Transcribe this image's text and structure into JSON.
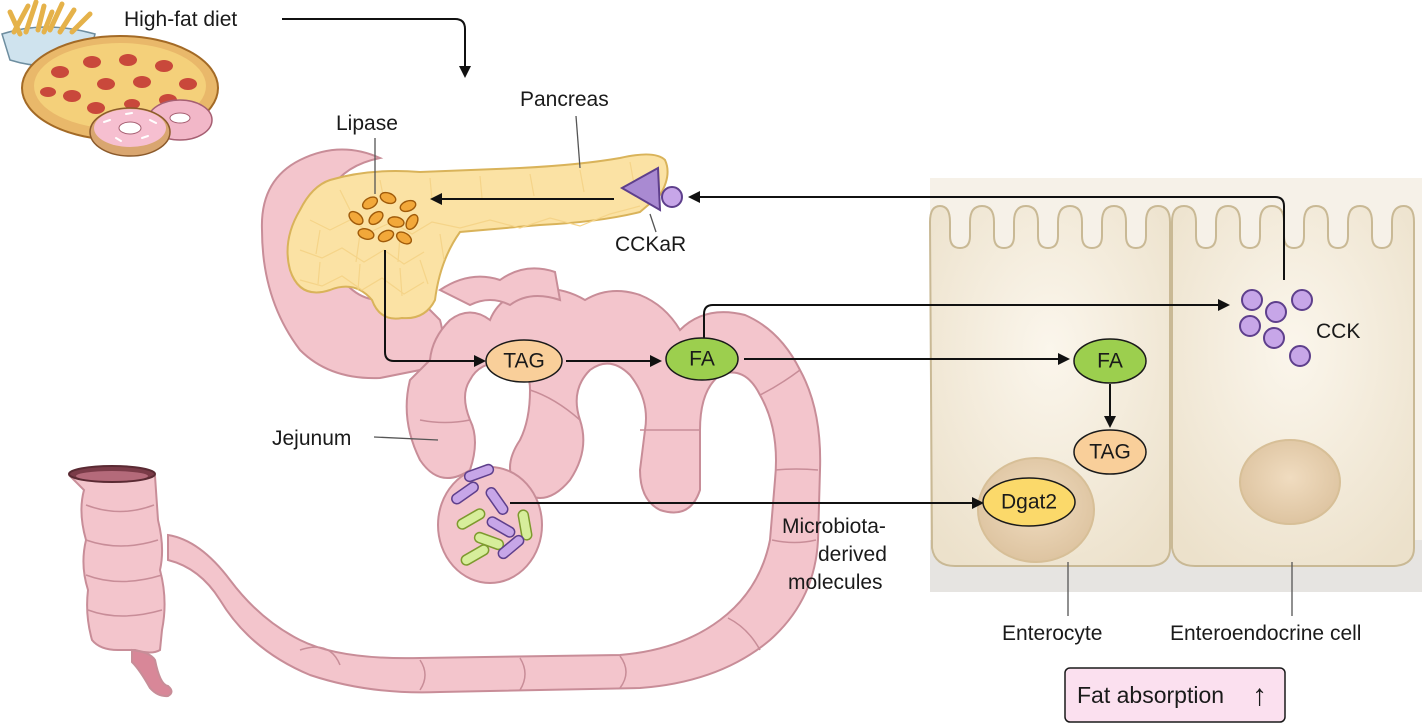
{
  "labels": {
    "diet": "High-fat diet",
    "pancreas": "Pancreas",
    "lipase": "Lipase",
    "receptor": "CCKaR",
    "jejunum": "Jejunum",
    "microbiota_line1": "Microbiota-",
    "microbiota_line2": "derived",
    "microbiota_line3": "molecules",
    "cck": "CCK",
    "enterocyte": "Enterocyte",
    "enteroendocrine": "Enteroendocrine cell"
  },
  "nodes": {
    "tag_gut": "TAG",
    "fa_gut": "FA",
    "fa_cell": "FA",
    "tag_cell": "TAG",
    "dgat2": "Dgat2"
  },
  "outcome": {
    "text": "Fat absorption",
    "arrow": "↑"
  },
  "colors": {
    "intestine": "#f3c5cc",
    "intestine_outline": "#c88d98",
    "pancreas": "#fbe2a4",
    "pancreas_outline": "#d9b35a",
    "lipase_granule": "#f2a83a",
    "tag_fill": "#f9cf9a",
    "fa_fill": "#9ccf4e",
    "dgat2_fill": "#fbd96a",
    "cck_purple": "#c7a6e8",
    "cell_fill": "#f1e8d6",
    "outcome_fill": "#fbe0ef"
  }
}
